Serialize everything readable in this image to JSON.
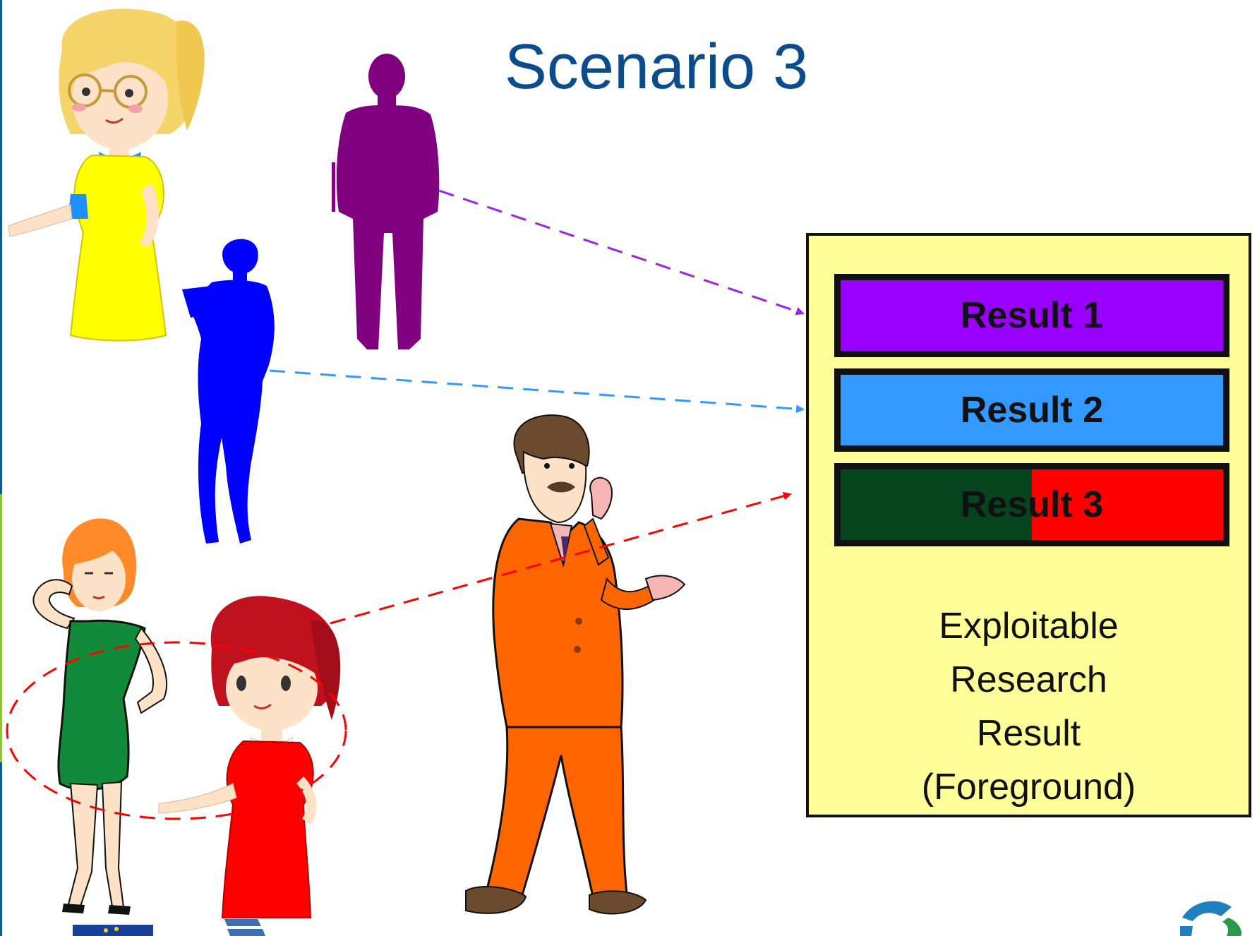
{
  "slide": {
    "title": "Scenario 3"
  },
  "foreground_box": {
    "results": [
      {
        "label": "Result 1",
        "color": "#9900ff"
      },
      {
        "label": "Result 2",
        "color": "#3399ff"
      },
      {
        "label": "Result 3",
        "colors": [
          "#05441c",
          "#ff0000"
        ]
      }
    ],
    "caption_lines": [
      "Exploitable",
      "Research",
      "Result",
      "(Foreground)"
    ],
    "background_color": "#ffff99"
  },
  "figures": [
    {
      "name": "blonde-woman-yellow-dress",
      "color": "#ffff00"
    },
    {
      "name": "man-in-suit-silhouette",
      "color": "#800080"
    },
    {
      "name": "woman-silhouette",
      "color": "#0000ff"
    },
    {
      "name": "woman-green-dress",
      "color": "#0a7a2e"
    },
    {
      "name": "woman-red-dress",
      "color": "#ff0000"
    },
    {
      "name": "man-orange-suit",
      "color": "#ff6600"
    }
  ],
  "arrows": [
    {
      "from": "man-in-suit-silhouette",
      "to": "Result 1",
      "color": "#a020f0",
      "style": "dashed"
    },
    {
      "from": "woman-silhouette",
      "to": "Result 2",
      "color": "#3399ff",
      "style": "dashed"
    },
    {
      "from": "group-green-red",
      "to": "Result 3",
      "color": "#ff0000",
      "style": "dashed"
    }
  ],
  "group_outline": {
    "color": "#ff0000",
    "style": "dashed"
  }
}
